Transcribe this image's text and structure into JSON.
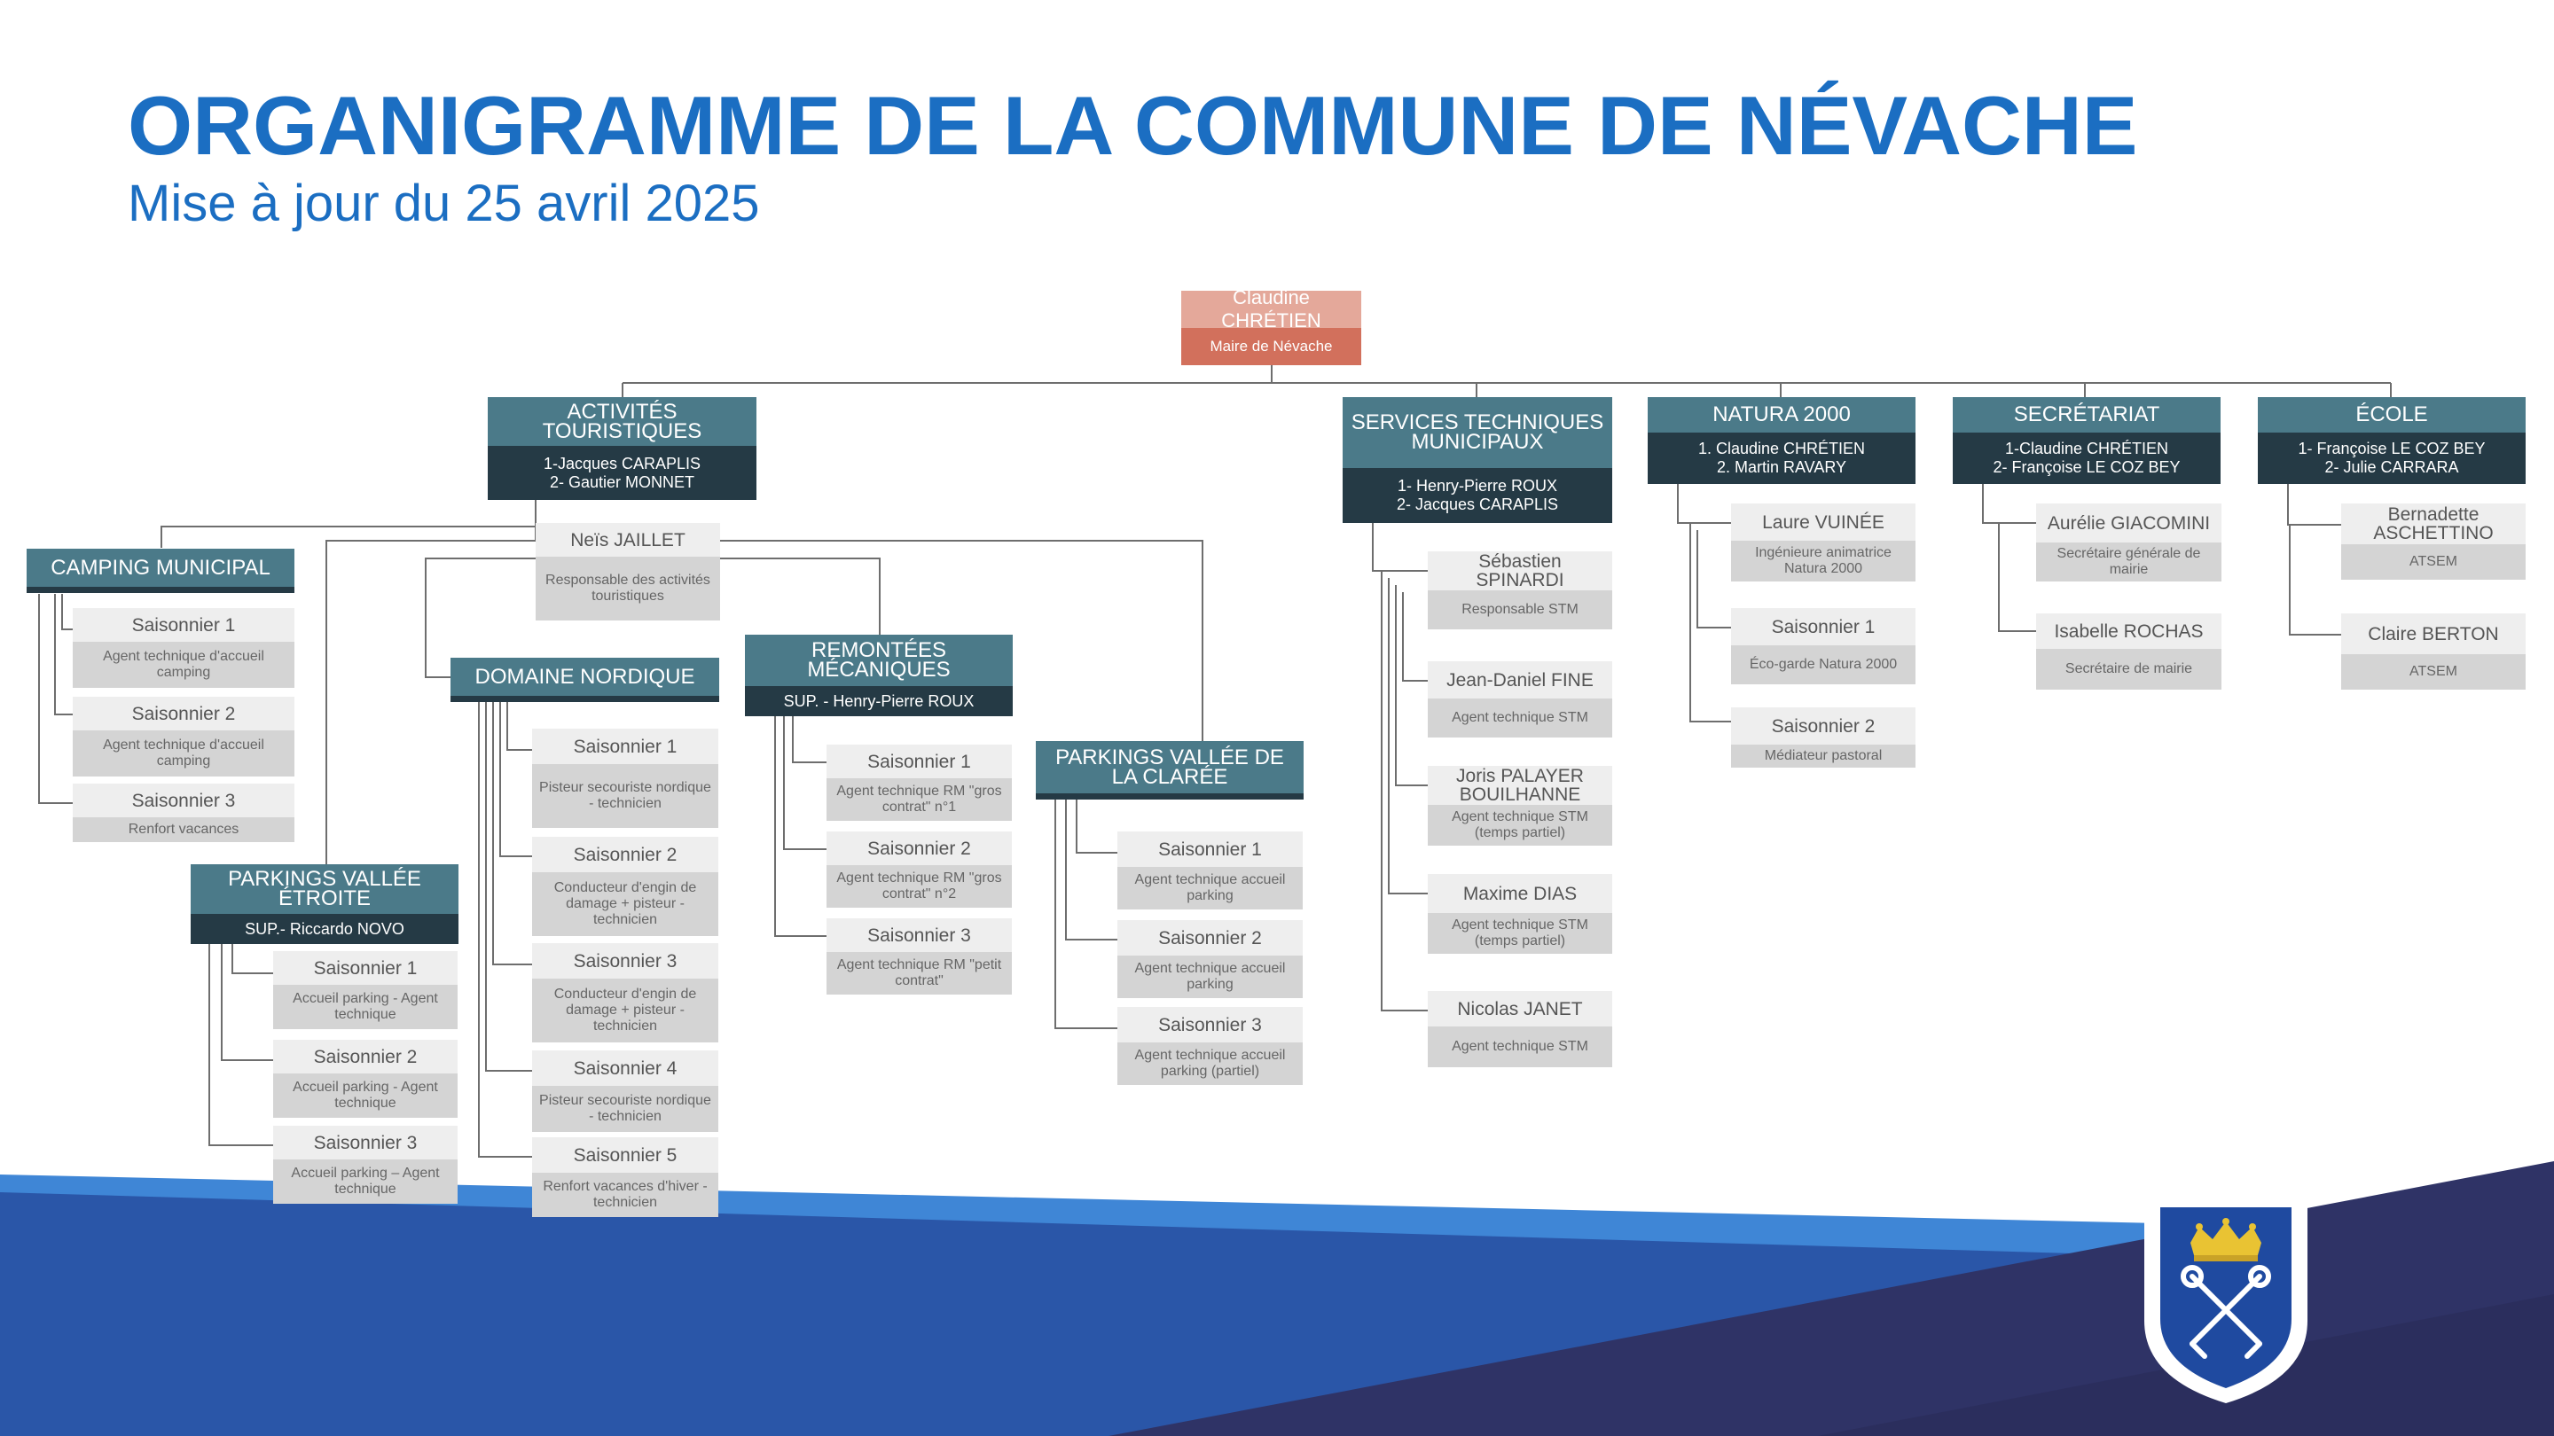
{
  "header": {
    "title": "ORGANIGRAMME DE LA COMMUNE DE NÉVACHE",
    "subtitle": "Mise à jour du 25 avril 2025"
  },
  "colors": {
    "title_blue": "#1b6ec2",
    "dept_header": "#4b7a89",
    "dept_dark": "#253a45",
    "mayor_light": "#e4a89a",
    "mayor_dark": "#d2705c",
    "person_light": "#eeeeee",
    "person_dark": "#d4d4d4",
    "band_dark": "#2f3366",
    "band_blue": "#2a56a8",
    "band_light": "#3f86d6"
  },
  "mayor": {
    "name": "Claudine CHRÉTIEN",
    "role": "Maire de Névache"
  },
  "activites": {
    "name": "ACTIVITÉS TOURISTIQUES",
    "role": "1-Jacques CARAPLIS\n2- Gautier MONNET"
  },
  "neis": {
    "name": "Neïs JAILLET",
    "role": "Responsable des activités touristiques"
  },
  "camping": {
    "name": "CAMPING MUNICIPAL",
    "members": [
      {
        "name": "Saisonnier 1",
        "role": "Agent technique d'accueil camping"
      },
      {
        "name": "Saisonnier 2",
        "role": "Agent technique d'accueil camping"
      },
      {
        "name": "Saisonnier 3",
        "role": "Renfort vacances"
      }
    ]
  },
  "parkings_etroite": {
    "name": "PARKINGS VALLÉE ÉTROITE",
    "role": "SUP.- Riccardo NOVO",
    "members": [
      {
        "name": "Saisonnier 1",
        "role": "Accueil parking - Agent technique"
      },
      {
        "name": "Saisonnier 2",
        "role": "Accueil parking - Agent technique"
      },
      {
        "name": "Saisonnier 3",
        "role": "Accueil parking – Agent technique"
      }
    ]
  },
  "domaine": {
    "name": "DOMAINE NORDIQUE",
    "members": [
      {
        "name": "Saisonnier 1",
        "role": "Pisteur secouriste nordique - technicien"
      },
      {
        "name": "Saisonnier 2",
        "role": "Conducteur d'engin de damage + pisteur - technicien"
      },
      {
        "name": "Saisonnier 3",
        "role": "Conducteur d'engin de damage + pisteur - technicien"
      },
      {
        "name": "Saisonnier 4",
        "role": "Pisteur secouriste nordique - technicien"
      },
      {
        "name": "Saisonnier 5",
        "role": "Renfort vacances d'hiver - technicien"
      }
    ]
  },
  "remontees": {
    "name": "REMONTÉES MÉCANIQUES",
    "role": "SUP. - Henry-Pierre ROUX",
    "members": [
      {
        "name": "Saisonnier 1",
        "role": "Agent technique RM \"gros contrat\" n°1"
      },
      {
        "name": "Saisonnier 2",
        "role": "Agent technique RM \"gros contrat\" n°2"
      },
      {
        "name": "Saisonnier 3",
        "role": "Agent technique RM \"petit contrat\""
      }
    ]
  },
  "parkings_claree": {
    "name": "PARKINGS VALLÉE DE LA CLARÉE",
    "members": [
      {
        "name": "Saisonnier 1",
        "role": "Agent technique accueil parking"
      },
      {
        "name": "Saisonnier 2",
        "role": "Agent technique accueil parking"
      },
      {
        "name": "Saisonnier 3",
        "role": "Agent technique accueil parking (partiel)"
      }
    ]
  },
  "services": {
    "name": "SERVICES TECHNIQUES MUNICIPAUX",
    "role": "1- Henry-Pierre ROUX\n2- Jacques CARAPLIS",
    "members": [
      {
        "name": "Sébastien SPINARDI",
        "role": "Responsable STM"
      },
      {
        "name": "Jean-Daniel FINE",
        "role": "Agent technique STM"
      },
      {
        "name": "Joris PALAYER BOUILHANNE",
        "role": "Agent technique STM (temps partiel)"
      },
      {
        "name": "Maxime DIAS",
        "role": "Agent technique STM (temps partiel)"
      },
      {
        "name": "Nicolas JANET",
        "role": "Agent technique STM"
      }
    ]
  },
  "natura": {
    "name": "NATURA 2000",
    "role": "1.   Claudine CHRÉTIEN\n2.   Martin RAVARY",
    "members": [
      {
        "name": "Laure VUINÉE",
        "role": "Ingénieure animatrice Natura 2000"
      },
      {
        "name": "Saisonnier 1",
        "role": "Éco-garde Natura 2000"
      },
      {
        "name": "Saisonnier 2",
        "role": "Médiateur pastoral"
      }
    ]
  },
  "secretariat": {
    "name": "SECRÉTARIAT",
    "role": "1-Claudine CHRÉTIEN\n2- Françoise LE COZ BEY",
    "members": [
      {
        "name": "Aurélie GIACOMINI",
        "role": "Secrétaire générale de mairie"
      },
      {
        "name": "Isabelle ROCHAS",
        "role": "Secrétaire de mairie"
      }
    ]
  },
  "ecole": {
    "name": "ÉCOLE",
    "role": "1- Françoise LE COZ BEY\n2- Julie CARRARA",
    "members": [
      {
        "name": "Bernadette ASCHETTINO",
        "role": "ATSEM"
      },
      {
        "name": "Claire BERTON",
        "role": "ATSEM"
      }
    ]
  },
  "crest": {
    "icon": "nevache-coat-of-arms-icon"
  }
}
